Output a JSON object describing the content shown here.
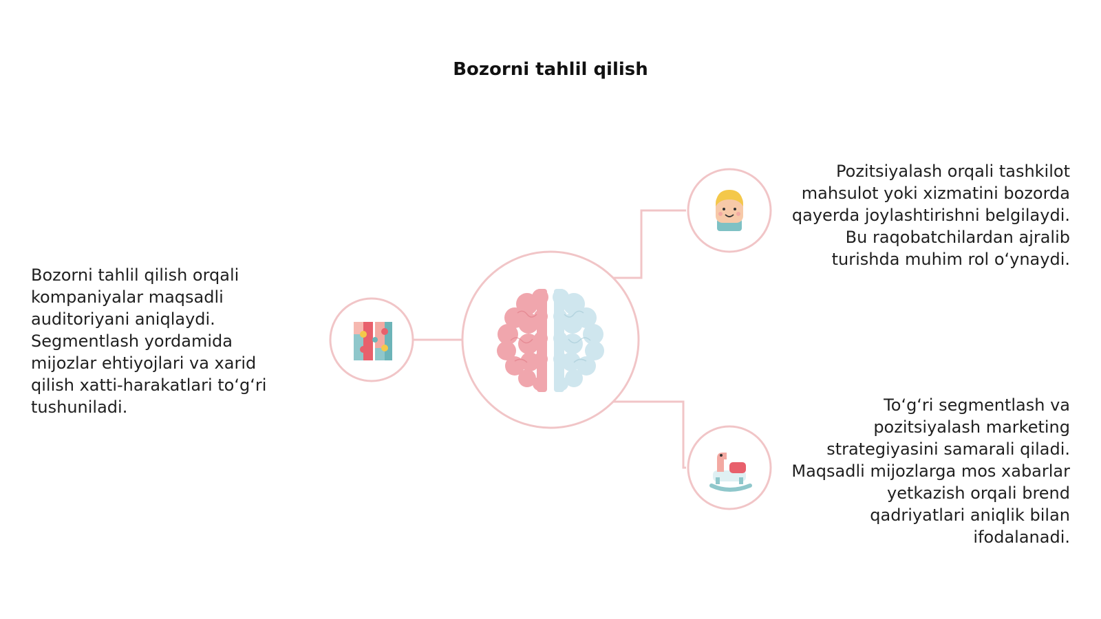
{
  "title": "Bozorni tahlil qilish",
  "nodes": {
    "center": {
      "icon": "brain-icon"
    },
    "left": {
      "icon": "puzzle-icon",
      "text": "Bozorni tahlil qilish orqali kompaniyalar maqsadli auditoriyani aniqlaydi. Segmentlash yordamida mijozlar ehtiyojlari va xarid qilish xatti-harakatlari to‘g‘ri tushuniladi."
    },
    "top_right": {
      "icon": "child-face-icon",
      "text": "Pozitsiyalash orqali tashkilot mahsulot yoki xizmatini bozorda qayerda joylashtirishni belgilaydi. Bu raqobatchilardan ajralib turishda muhim rol o‘ynaydi."
    },
    "bottom_right": {
      "icon": "rocking-horse-icon",
      "text": "To‘g‘ri segmentlash va pozitsiyalash marketing strategiyasini samarali qiladi. Maqsadli mijozlarga mos xabarlar yetkazish orqali brend qadriyatlari aniqlik bilan ifodalanadi."
    }
  },
  "colors": {
    "ring": "#f1c5c7",
    "connector": "#f1c5c7",
    "brain_left": "#ef9aa3",
    "brain_right": "#c9e2ec",
    "accent_teal": "#6cb4b8",
    "accent_red": "#e8606c",
    "accent_yellow": "#f4c84a"
  }
}
